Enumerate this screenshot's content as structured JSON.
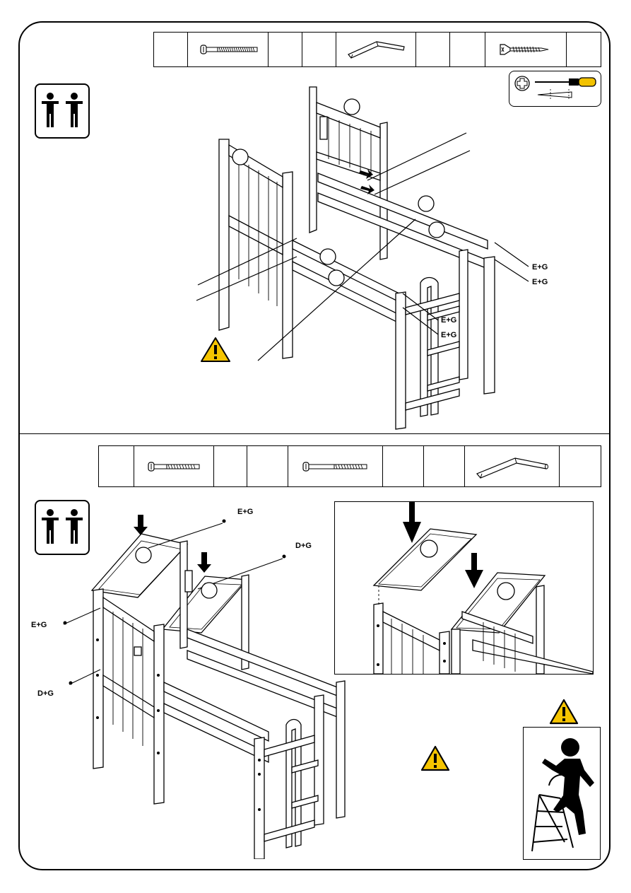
{
  "step1": {
    "fastener_labels": [
      "E+G",
      "E+G",
      "E+G",
      "E+G"
    ]
  },
  "step2": {
    "fastener_labels": [
      "E+G",
      "D+G",
      "E+G",
      "D+G"
    ]
  },
  "icons": {
    "people": "two-people-icon",
    "tools": "phillips-screwdriver-icon",
    "warning": "warning-triangle-icon",
    "ladder": "person-on-step-ladder-icon"
  },
  "colors": {
    "warning_yellow": "#f5c400",
    "screwdriver_handle": "#f2c200",
    "line": "#000000"
  }
}
